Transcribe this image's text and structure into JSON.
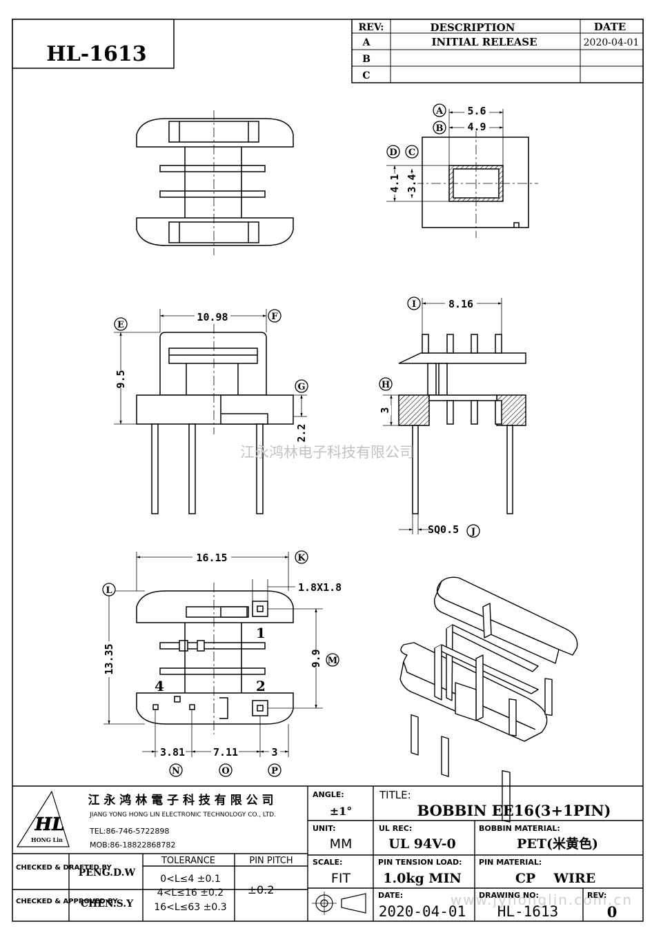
{
  "drawing_code": "HL-1613",
  "revision_table": {
    "headers": [
      "REV:",
      "DESCRIPTION",
      "DATE"
    ],
    "rows": [
      {
        "rev": "A",
        "description": "INITIAL RELEASE",
        "date": "2020-04-01"
      },
      {
        "rev": "B",
        "description": "",
        "date": ""
      },
      {
        "rev": "C",
        "description": "",
        "date": ""
      }
    ]
  },
  "dimensions": {
    "a_b": [
      "5.6",
      "4.9"
    ],
    "c_d": [
      "4.1",
      "3.4"
    ],
    "e_f": "10.98",
    "height": "9.5",
    "g": "2.2",
    "i": "8.16",
    "h": "3",
    "j": "SQ0.5",
    "k": "16.15",
    "l": "13.35",
    "pad": "1.8X1.8",
    "m": "9.9",
    "n": "3.81",
    "o": "7.11",
    "p": "3"
  },
  "callouts": [
    "A",
    "B",
    "C",
    "D",
    "E",
    "F",
    "G",
    "H",
    "I",
    "J",
    "K",
    "L",
    "M",
    "N",
    "O",
    "P"
  ],
  "pin_numbers": [
    "1",
    "2",
    "4"
  ],
  "watermark": "江永鸿林电子科技有限公司",
  "watermark_url": "www.jyhonglin.com.cn",
  "company": {
    "name_cn": "江 永 鸿 林 電 子 科 技 有 限 公 司",
    "name_en": "JIANG YONG HONG LIN ELECTRONIC TECHNOLOGY CO., LTD.",
    "logo_text": "HL",
    "logo_sub": "HONG Lin",
    "tel": "TEL:86-746-5722898",
    "mob": "MOB:86-18822868782"
  },
  "title_block": {
    "angle_label": "ANGLE:",
    "angle_value": "±1°",
    "title_label": "TITLE:",
    "title_value": "BOBBIN  EE16(3+1PIN)",
    "unit_label": "UNIT:",
    "unit_value": "MM",
    "ul_label": "UL REC:",
    "ul_value": "UL 94V-0",
    "material_label": "BOBBIN MATERIAL:",
    "material_value": "PET(米黄色)",
    "checked_drafted_label": "CHECKED & DRAFTED BY",
    "checked_drafted_value": "PENG.D.W",
    "checked_approved_label": "CHECKED & APPROVED BY",
    "checked_approved_value": "CHEN.S.Y",
    "tolerance_label": "TOLERANCE",
    "tolerance_rows": [
      "0<L≤4  ±0.1",
      "4<L≤16 ±0.2",
      "16<L≤63 ±0.3"
    ],
    "pin_pitch_label": "PIN PITCH",
    "pin_pitch_value": "±0.2",
    "scale_label": "SCALE:",
    "scale_value": "FIT",
    "tension_label": "PIN TENSION LOAD:",
    "tension_value": "1.0kg MIN",
    "pin_material_label": "PIN MATERIAL:",
    "pin_material_value": "CP    WIRE",
    "date_label": "DATE:",
    "date_value": "2020-04-01",
    "drawing_no_label": "DRAWING NO:",
    "drawing_no_value": "HL-1613",
    "rev_label": "REV:",
    "rev_value": "0"
  }
}
